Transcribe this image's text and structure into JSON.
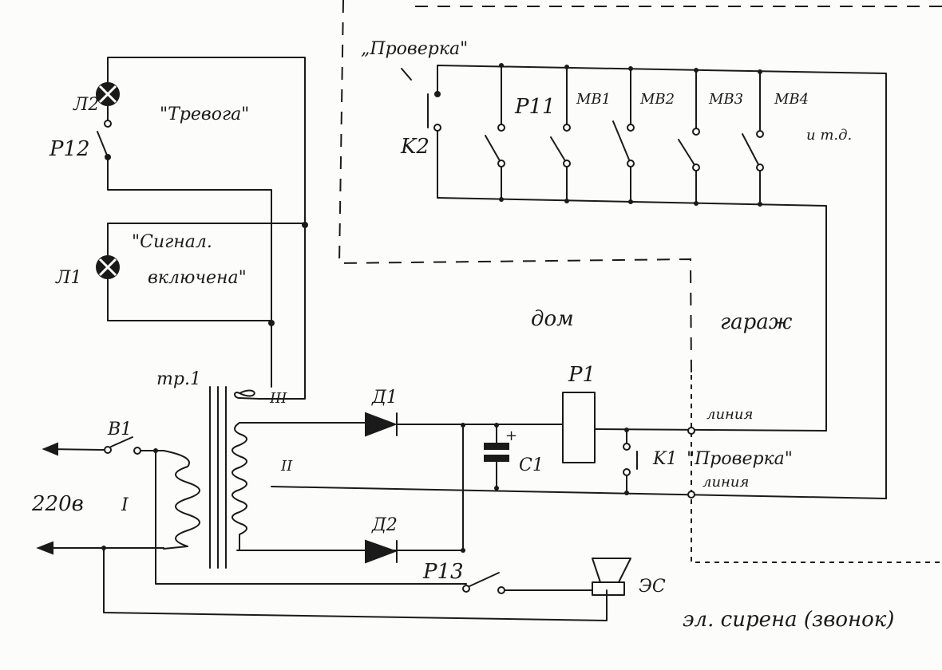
{
  "labels": {
    "lamp_l2": "Л2",
    "relay_p12": "P12",
    "alarm": "\"Тревога\"",
    "signal_on_1": "\"Сигнал.",
    "signal_on_2": "включена\"",
    "lamp_l1": "Л1",
    "test_top": "„Проверка\"",
    "k2": "K2",
    "p11": "P11",
    "mv1": "МВ1",
    "mv2": "МВ2",
    "mv3": "МВ3",
    "mv4": "МВ4",
    "etc": "и т.д.",
    "house": "дом",
    "garage": "гараж",
    "p1": "P1",
    "line_top": "линия",
    "line_bottom": "линия",
    "test_bottom": "\"Проверка\"",
    "k1": "K1",
    "c1": "C1",
    "plus": "+",
    "d1": "Д1",
    "d2": "Д2",
    "tr1": "тр.1",
    "winding_3": "III",
    "winding_2": "II",
    "winding_1": "I",
    "v1": "В1",
    "mains": "220в",
    "p13": "P13",
    "es": "ЭС",
    "siren": "эл. сирена (звонок)"
  },
  "colors": {
    "ink": "#1a1a1a",
    "paper": "#fcfcfa"
  }
}
